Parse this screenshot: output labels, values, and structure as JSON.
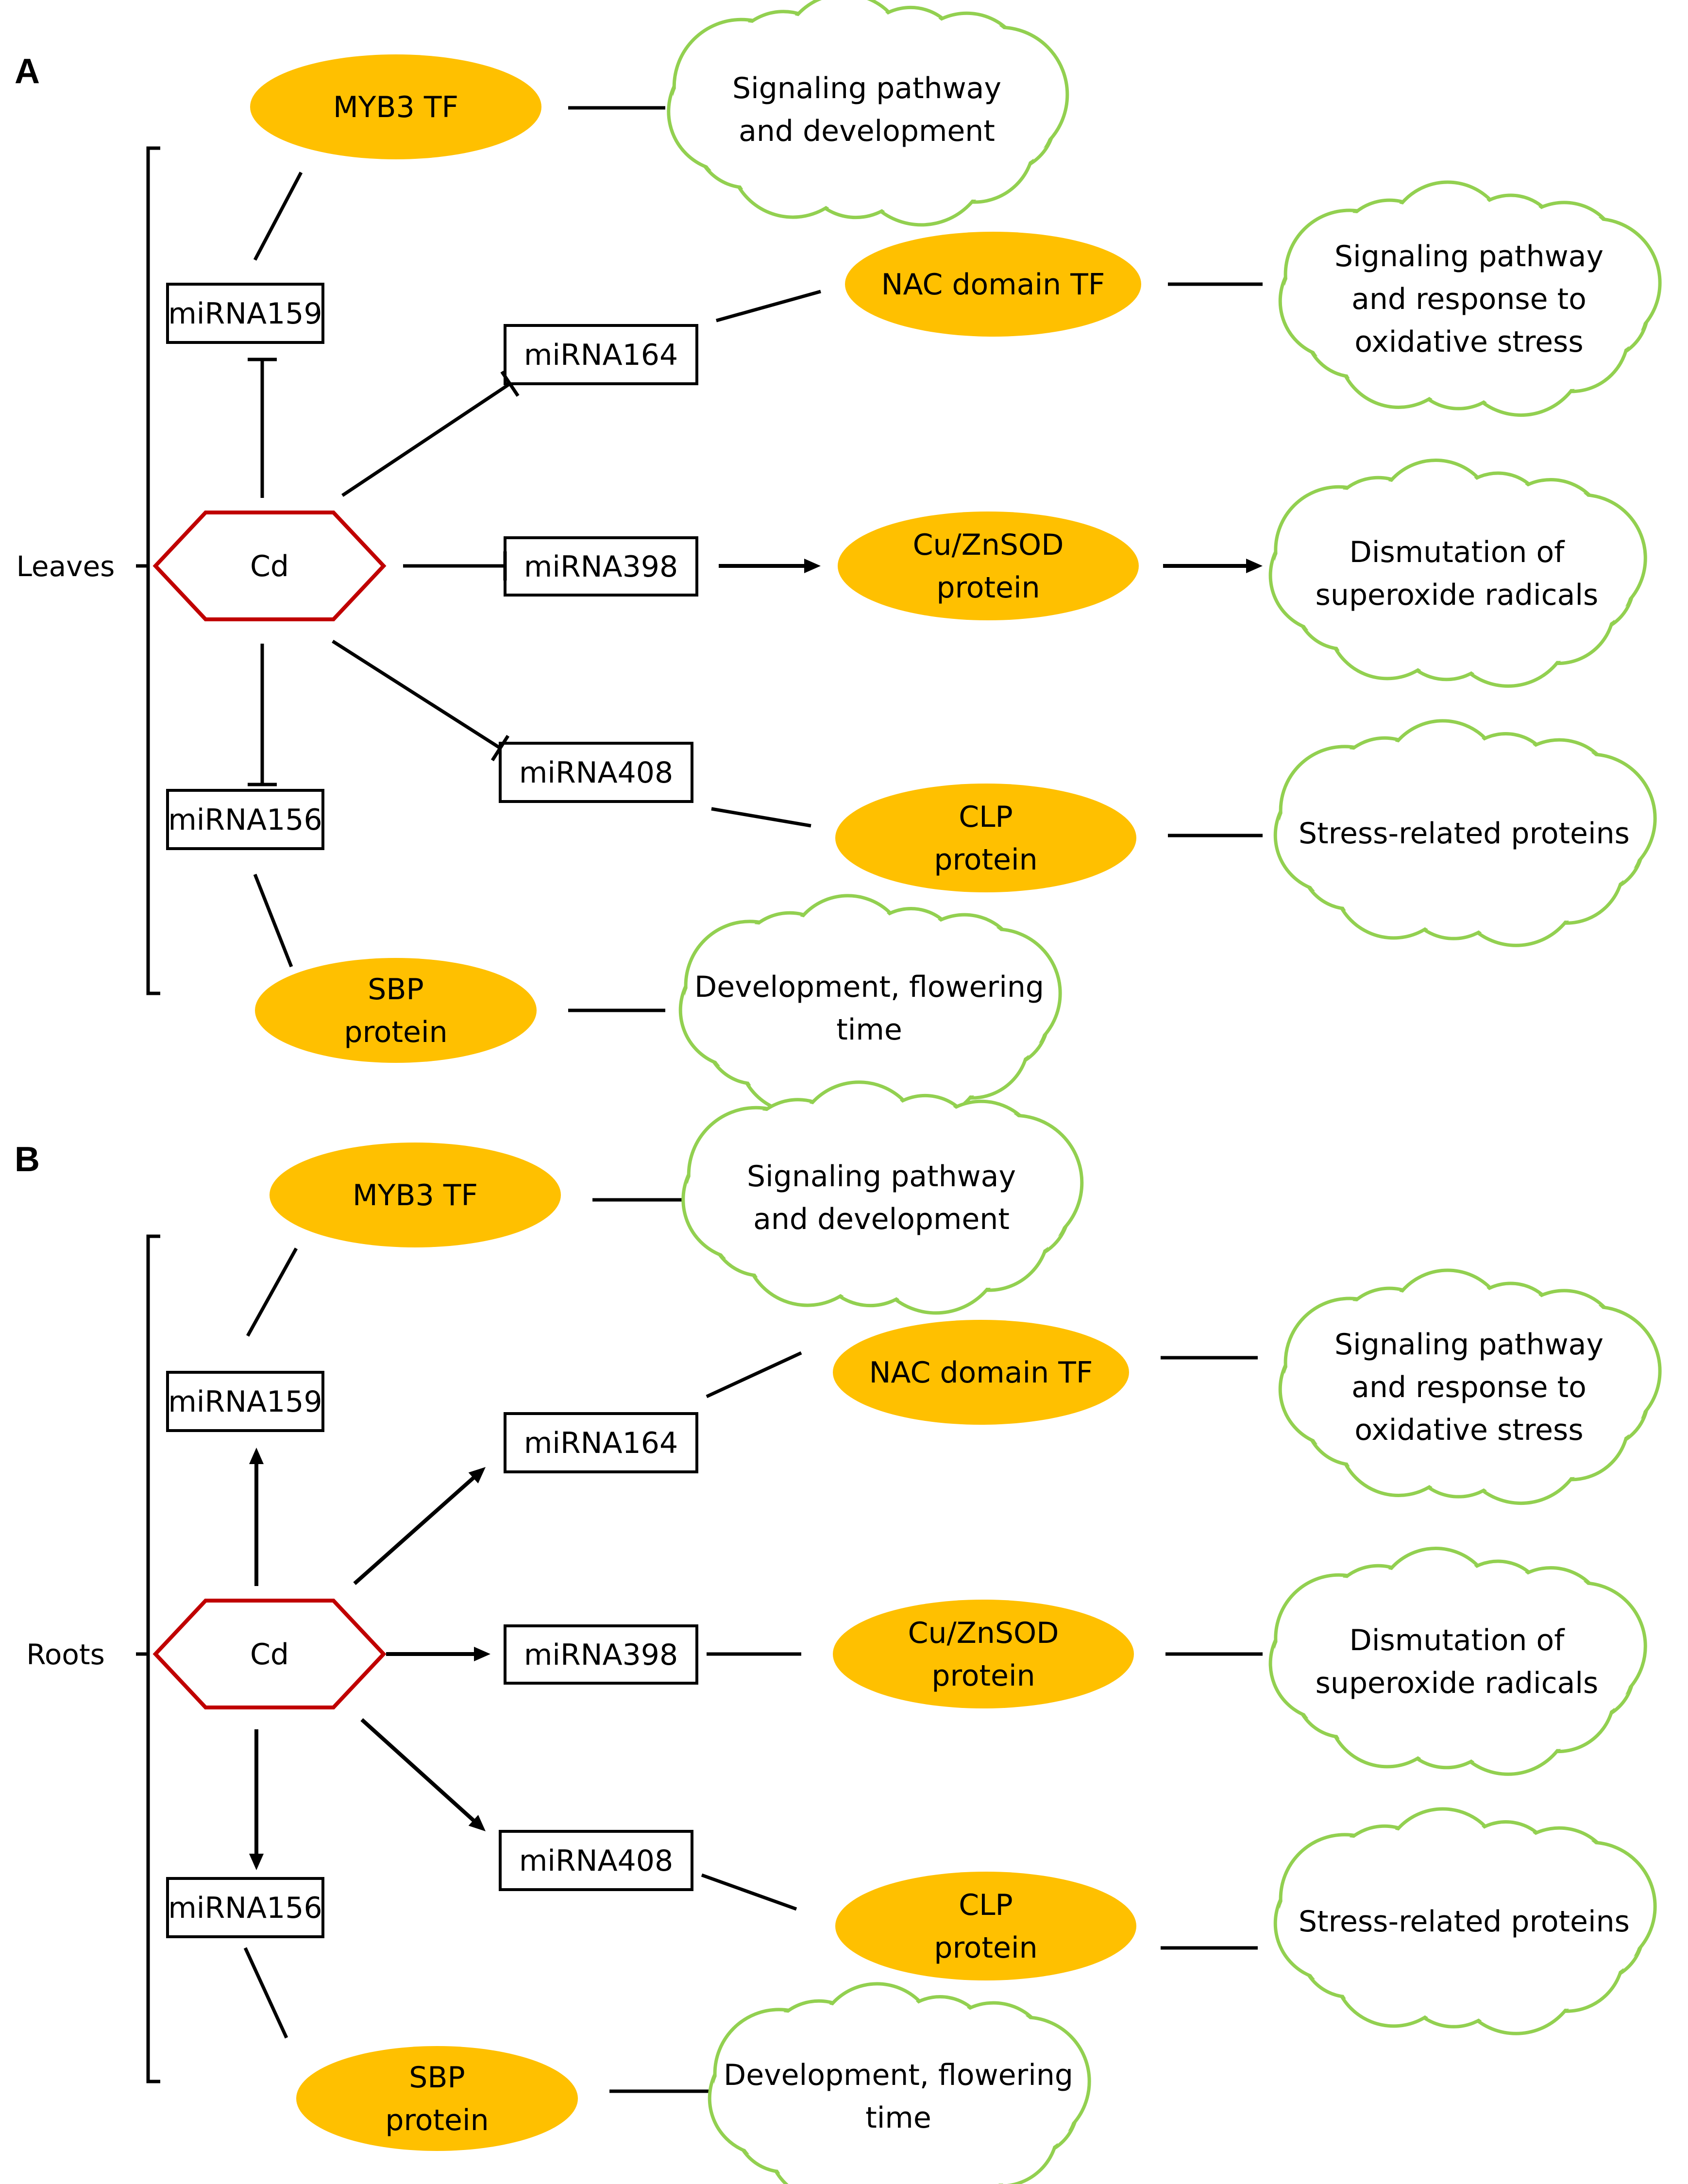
{
  "panels": [
    {
      "id": "A",
      "label": "A",
      "tissue": "Leaves",
      "cd": "Cd",
      "regulation": "inhibit",
      "mirnas": {
        "m159": "miRNA159",
        "m164": "miRNA164",
        "m398": "miRNA398",
        "m408": "miRNA408",
        "m156": "miRNA156"
      },
      "targets": {
        "myb": [
          "MYB3 TF"
        ],
        "nac": [
          "NAC domain TF"
        ],
        "sod": [
          "Cu/ZnSOD",
          "protein"
        ],
        "clp": [
          "CLP",
          "protein"
        ],
        "sbp": [
          "SBP",
          "protein"
        ]
      },
      "functions": {
        "myb": [
          "Signaling pathway",
          "and development"
        ],
        "nac": [
          "Signaling pathway",
          "and response to",
          "oxidative stress"
        ],
        "sod": [
          "Dismutation of",
          "superoxide radicals"
        ],
        "clp": [
          "Stress-related proteins"
        ],
        "sbp": [
          "Development, flowering",
          "time"
        ]
      }
    },
    {
      "id": "B",
      "label": "B",
      "tissue": "Roots",
      "cd": "Cd",
      "regulation": "induce",
      "mirnas": {
        "m159": "miRNA159",
        "m164": "miRNA164",
        "m398": "miRNA398",
        "m408": "miRNA408",
        "m156": "miRNA156"
      },
      "targets": {
        "myb": [
          "MYB3 TF"
        ],
        "nac": [
          "NAC domain TF"
        ],
        "sod": [
          "Cu/ZnSOD",
          "protein"
        ],
        "clp": [
          "CLP",
          "protein"
        ],
        "sbp": [
          "SBP",
          "protein"
        ]
      },
      "functions": {
        "myb": [
          "Signaling pathway",
          "and development"
        ],
        "nac": [
          "Signaling pathway",
          "and response to",
          "oxidative stress"
        ],
        "sod": [
          "Dismutation of",
          "superoxide radicals"
        ],
        "clp": [
          "Stress-related proteins"
        ],
        "sbp": [
          "Development, flowering",
          "time"
        ]
      }
    }
  ],
  "colors": {
    "ellipse_fill": "#FFC000",
    "cloud_stroke": "#92D050",
    "cd_stroke": "#C00000",
    "line": "#000000"
  }
}
